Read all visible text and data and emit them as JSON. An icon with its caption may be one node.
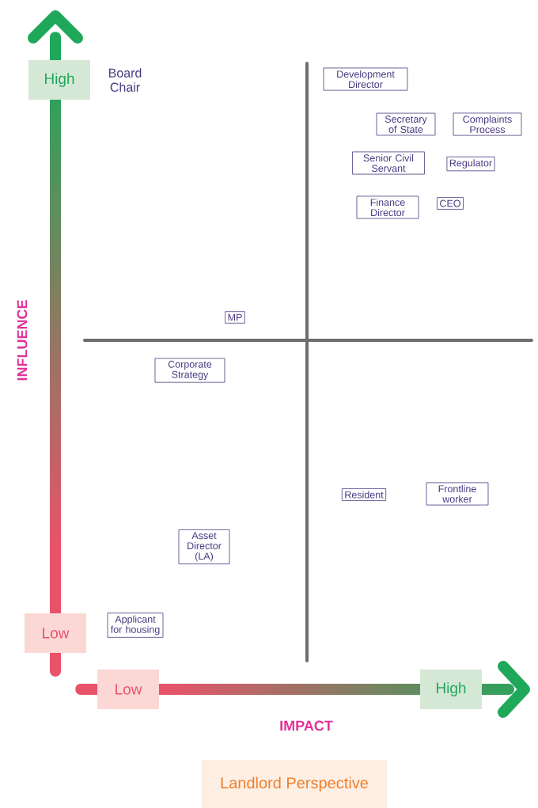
{
  "diagram": {
    "nodes": [
      {
        "text": [
          "High"
        ]
      },
      {
        "text": [
          "Development Director"
        ]
      },
      {
        "text": [
          "Secretary of State"
        ]
      },
      {
        "text": [
          "Complaints Process"
        ]
      },
      {
        "text": [
          "Senior Civil Servant"
        ]
      },
      {
        "text": [
          "Regulator"
        ]
      },
      {
        "text": [
          "Finance Director"
        ]
      },
      {
        "text": [
          "CEO"
        ]
      },
      {
        "text": [
          "MP"
        ]
      },
      {
        "text": [
          "Corporate Strategy"
        ]
      },
      {
        "text": [
          "Resident"
        ]
      },
      {
        "text": [
          "Frontline worker"
        ]
      },
      {
        "text": [
          "Asset Director (LA)"
        ]
      },
      {
        "text": [
          "Applicant for housing"
        ]
      },
      {
        "text": [
          "Low"
        ]
      },
      {
        "text": [
          "Low"
        ]
      },
      {
        "text": [
          "High"
        ]
      },
      {
        "text": [
          "Landlord Perspective"
        ]
      }
    ],
    "labels": [
      "Board Chair",
      "INFLUENCE",
      "IMPACT"
    ]
  }
}
